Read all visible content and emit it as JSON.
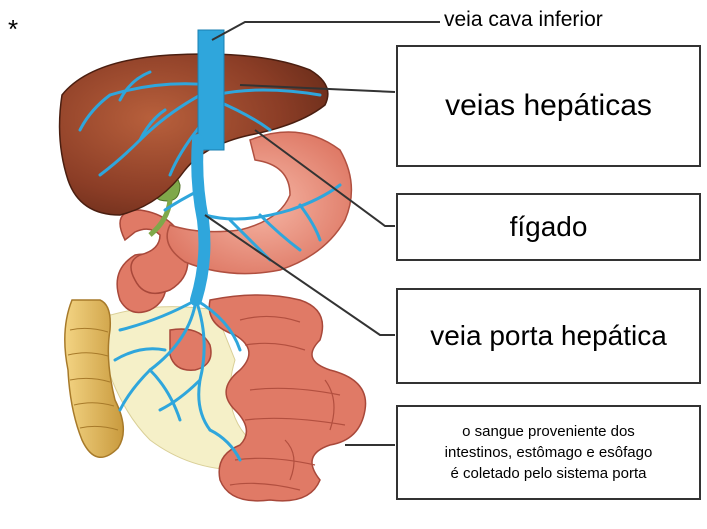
{
  "marker": "*",
  "labels": {
    "ivc": "veia cava inferior",
    "hepatic_veins": "veias hepáticas",
    "liver": "fígado",
    "portal_vein": "veia porta hepática",
    "note_line1": "o sangue proveniente dos",
    "note_line2": "intestinos, estômago e esôfago",
    "note_line3": "é coletado pelo sistema porta"
  },
  "colors": {
    "liver": "#8b3d26",
    "liver_light": "#b8603c",
    "vein": "#2fa6dc",
    "stomach": "#e98a78",
    "intestine": "#e07a66",
    "colon": "#e8c06a",
    "gallbladder": "#7fa84a",
    "mesentery": "#f5f0c8",
    "box_border": "#333333"
  }
}
